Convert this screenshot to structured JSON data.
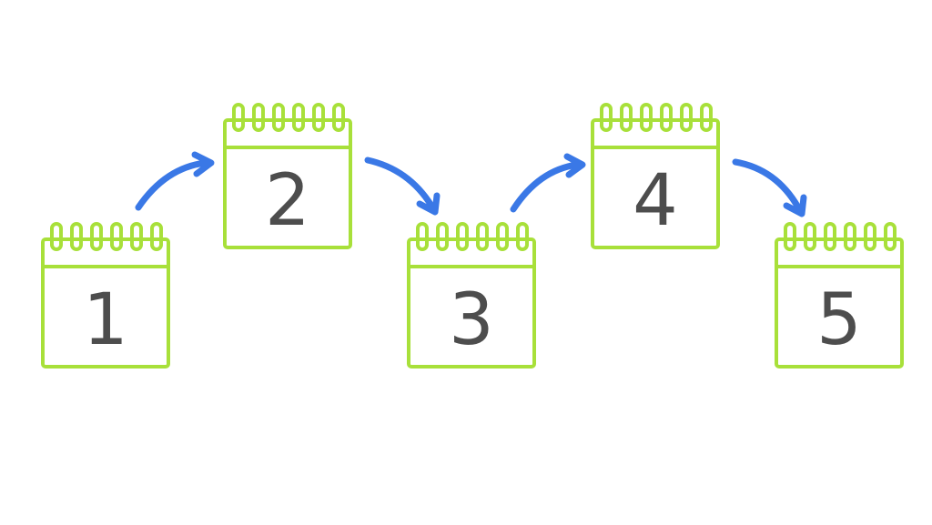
{
  "colors": {
    "calendar_outline": "#a8e03a",
    "arrow": "#3a78e6",
    "number": "#4d4d4d",
    "background": "#ffffff"
  },
  "icons": {
    "calendar": "calendar-icon",
    "arrow": "curved-arrow-icon"
  },
  "calendars": [
    {
      "label": "1"
    },
    {
      "label": "2"
    },
    {
      "label": "3"
    },
    {
      "label": "4"
    },
    {
      "label": "5"
    }
  ]
}
